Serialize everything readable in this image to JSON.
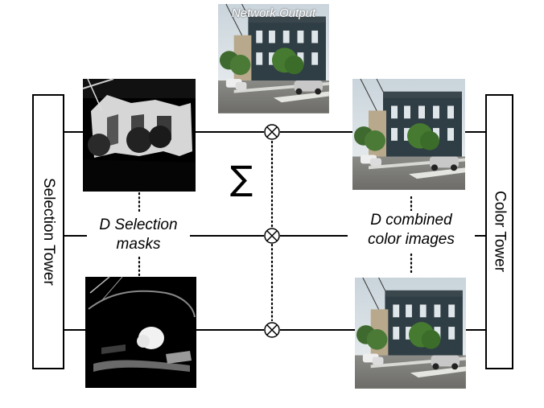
{
  "network_output_label": "Network Output",
  "selection_tower_label": "Selection Tower",
  "color_tower_label": "Color Tower",
  "selection_masks_caption": [
    "D Selection",
    "masks"
  ],
  "combined_images_caption": [
    "D combined",
    "color images"
  ],
  "sum_symbol": "∑",
  "multiply_symbol": "⊗"
}
